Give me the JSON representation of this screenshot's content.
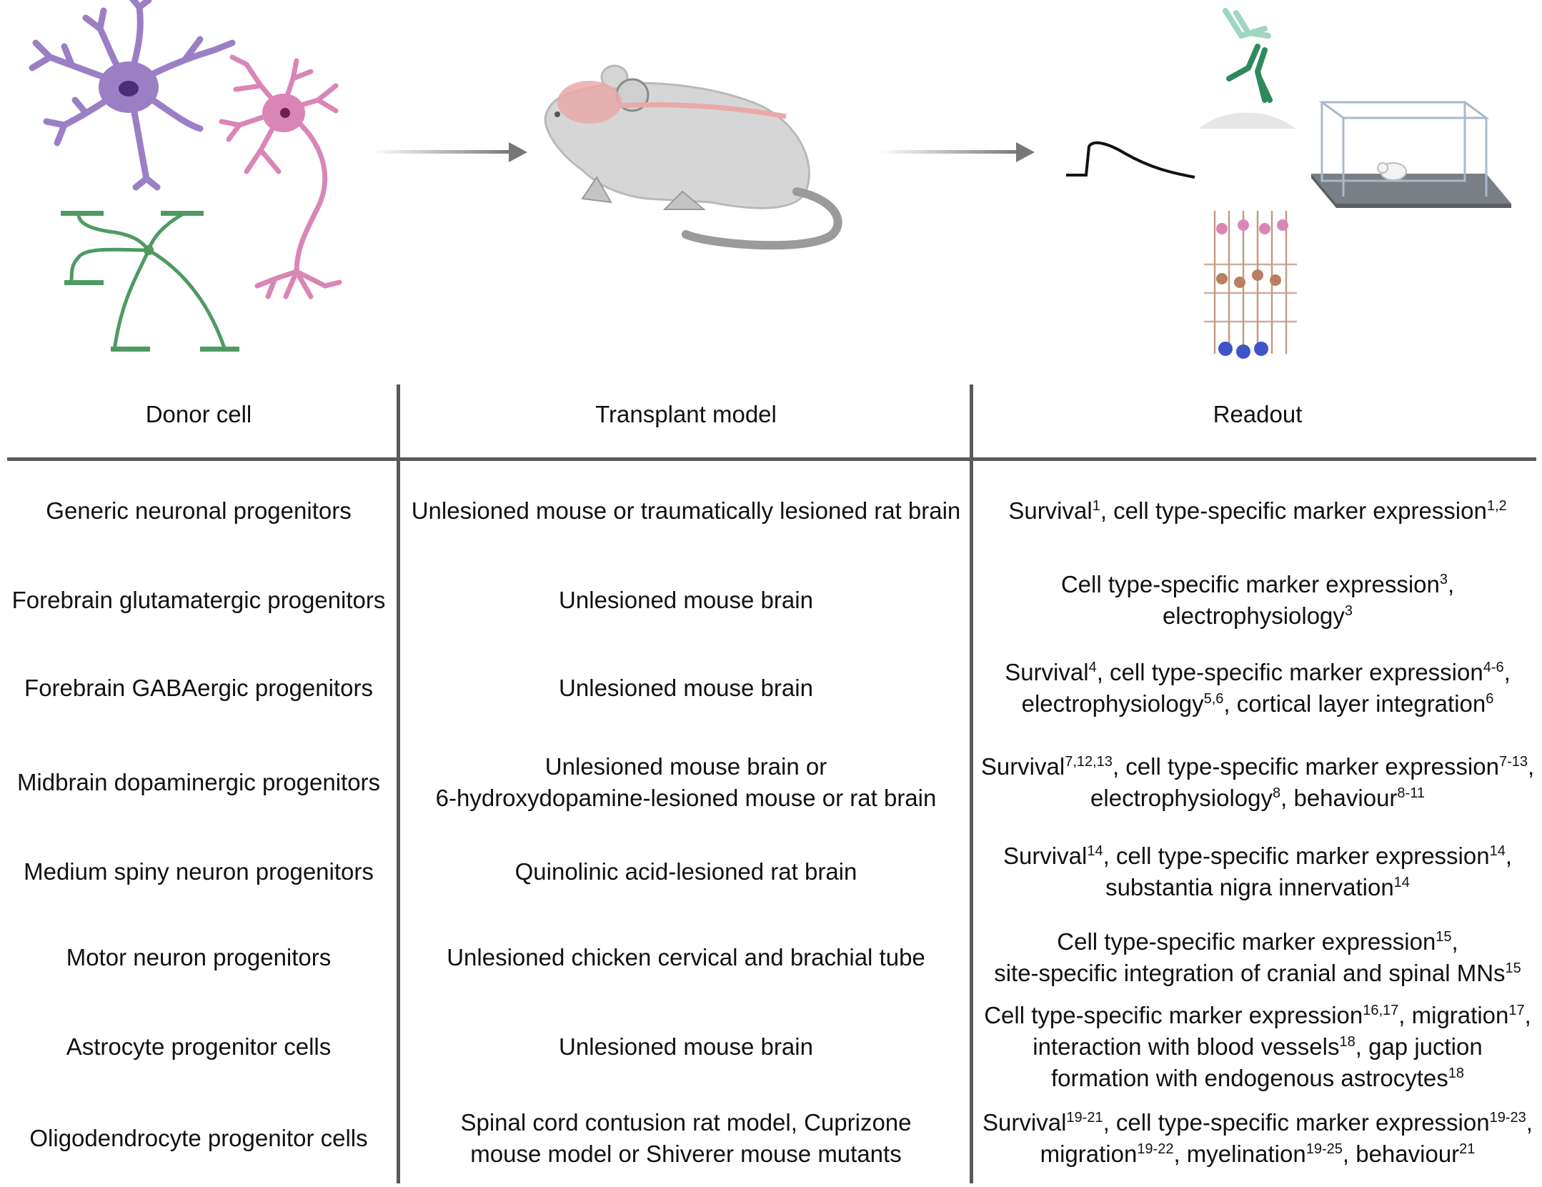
{
  "headers": {
    "donor": "Donor cell",
    "model": "Transplant model",
    "readout": "Readout"
  },
  "rows": [
    {
      "donor": "Generic neuronal progenitors",
      "model": [
        "Unlesioned mouse or traumatically lesioned rat brain"
      ],
      "readout": [
        [
          {
            "t": "Survival"
          },
          {
            "s": "1"
          },
          {
            "t": ", cell type-specific marker expression"
          },
          {
            "s": "1,2"
          }
        ]
      ]
    },
    {
      "donor": "Forebrain glutamatergic progenitors",
      "model": [
        "Unlesioned mouse brain"
      ],
      "readout": [
        [
          {
            "t": "Cell type-specific marker expression"
          },
          {
            "s": "3"
          },
          {
            "t": ","
          }
        ],
        [
          {
            "t": "electrophysiology"
          },
          {
            "s": "3"
          }
        ]
      ]
    },
    {
      "donor": "Forebrain GABAergic progenitors",
      "model": [
        "Unlesioned mouse brain"
      ],
      "readout": [
        [
          {
            "t": "Survival"
          },
          {
            "s": "4"
          },
          {
            "t": ", cell type-specific marker expression"
          },
          {
            "s": "4-6"
          },
          {
            "t": ","
          }
        ],
        [
          {
            "t": "electrophysiology"
          },
          {
            "s": "5,6"
          },
          {
            "t": ", cortical layer integration"
          },
          {
            "s": "6"
          }
        ]
      ]
    },
    {
      "donor": "Midbrain dopaminergic progenitors",
      "model": [
        "Unlesioned mouse brain or",
        "6-hydroxydopamine-lesioned mouse or rat brain"
      ],
      "readout": [
        [
          {
            "t": "Survival"
          },
          {
            "s": "7,12,13"
          },
          {
            "t": ", cell type-specific marker expression"
          },
          {
            "s": "7-13"
          },
          {
            "t": ","
          }
        ],
        [
          {
            "t": "electrophysiology"
          },
          {
            "s": "8"
          },
          {
            "t": ", behaviour"
          },
          {
            "s": "8-11"
          }
        ]
      ]
    },
    {
      "donor": "Medium spiny neuron progenitors",
      "model": [
        "Quinolinic acid-lesioned rat brain"
      ],
      "readout": [
        [
          {
            "t": "Survival"
          },
          {
            "s": "14"
          },
          {
            "t": ", cell type-specific marker expression"
          },
          {
            "s": "14"
          },
          {
            "t": ","
          }
        ],
        [
          {
            "t": "substantia nigra innervation"
          },
          {
            "s": "14"
          }
        ]
      ]
    },
    {
      "donor": "Motor neuron progenitors",
      "model": [
        "Unlesioned chicken cervical and brachial tube"
      ],
      "readout": [
        [
          {
            "t": "Cell type-specific marker expression"
          },
          {
            "s": "15"
          },
          {
            "t": ","
          }
        ],
        [
          {
            "t": "site-specific integration of cranial and spinal MNs"
          },
          {
            "s": "15"
          }
        ]
      ]
    },
    {
      "donor": "Astrocyte progenitor cells",
      "model": [
        "Unlesioned mouse brain"
      ],
      "readout": [
        [
          {
            "t": "Cell type-specific marker expression"
          },
          {
            "s": "16,17"
          },
          {
            "t": ", migration"
          },
          {
            "s": "17"
          },
          {
            "t": ","
          }
        ],
        [
          {
            "t": "interaction with blood vessels"
          },
          {
            "s": "18"
          },
          {
            "t": ", gap juction"
          }
        ],
        [
          {
            "t": "formation with endogenous astrocytes"
          },
          {
            "s": "18"
          }
        ]
      ]
    },
    {
      "donor": "Oligodendrocyte progenitor cells",
      "model": [
        "Spinal cord contusion rat model, Cuprizone",
        "mouse model or Shiverer mouse mutants"
      ],
      "readout": [
        [
          {
            "t": "Survival"
          },
          {
            "s": "19-21"
          },
          {
            "t": ", cell type-specific marker expression"
          },
          {
            "s": "19-23"
          },
          {
            "t": ","
          }
        ],
        [
          {
            "t": "migration"
          },
          {
            "s": "19-22"
          },
          {
            "t": ", myelination"
          },
          {
            "s": "19-25"
          },
          {
            "t": ", behaviour"
          },
          {
            "s": "21"
          }
        ]
      ]
    }
  ],
  "colors": {
    "neuron_purple": "#9b7fc4",
    "neuron_pink": "#d986b6",
    "neuron_green": "#4e9a62",
    "arrow_gray": "#777777",
    "rodent_gray": "#cfcfcf",
    "brain_pink": "#e9a9a9",
    "antibody_light": "#9fd6c2",
    "antibody_dark": "#2e8a5c",
    "divider": "#5a5a5a"
  },
  "icons": [
    "purple-neuron-icon",
    "pink-neuron-icon",
    "green-neuron-icon",
    "mouse-icon",
    "waveform-icon",
    "antibody-icon",
    "behavior-box-icon",
    "cortical-layers-icon"
  ]
}
